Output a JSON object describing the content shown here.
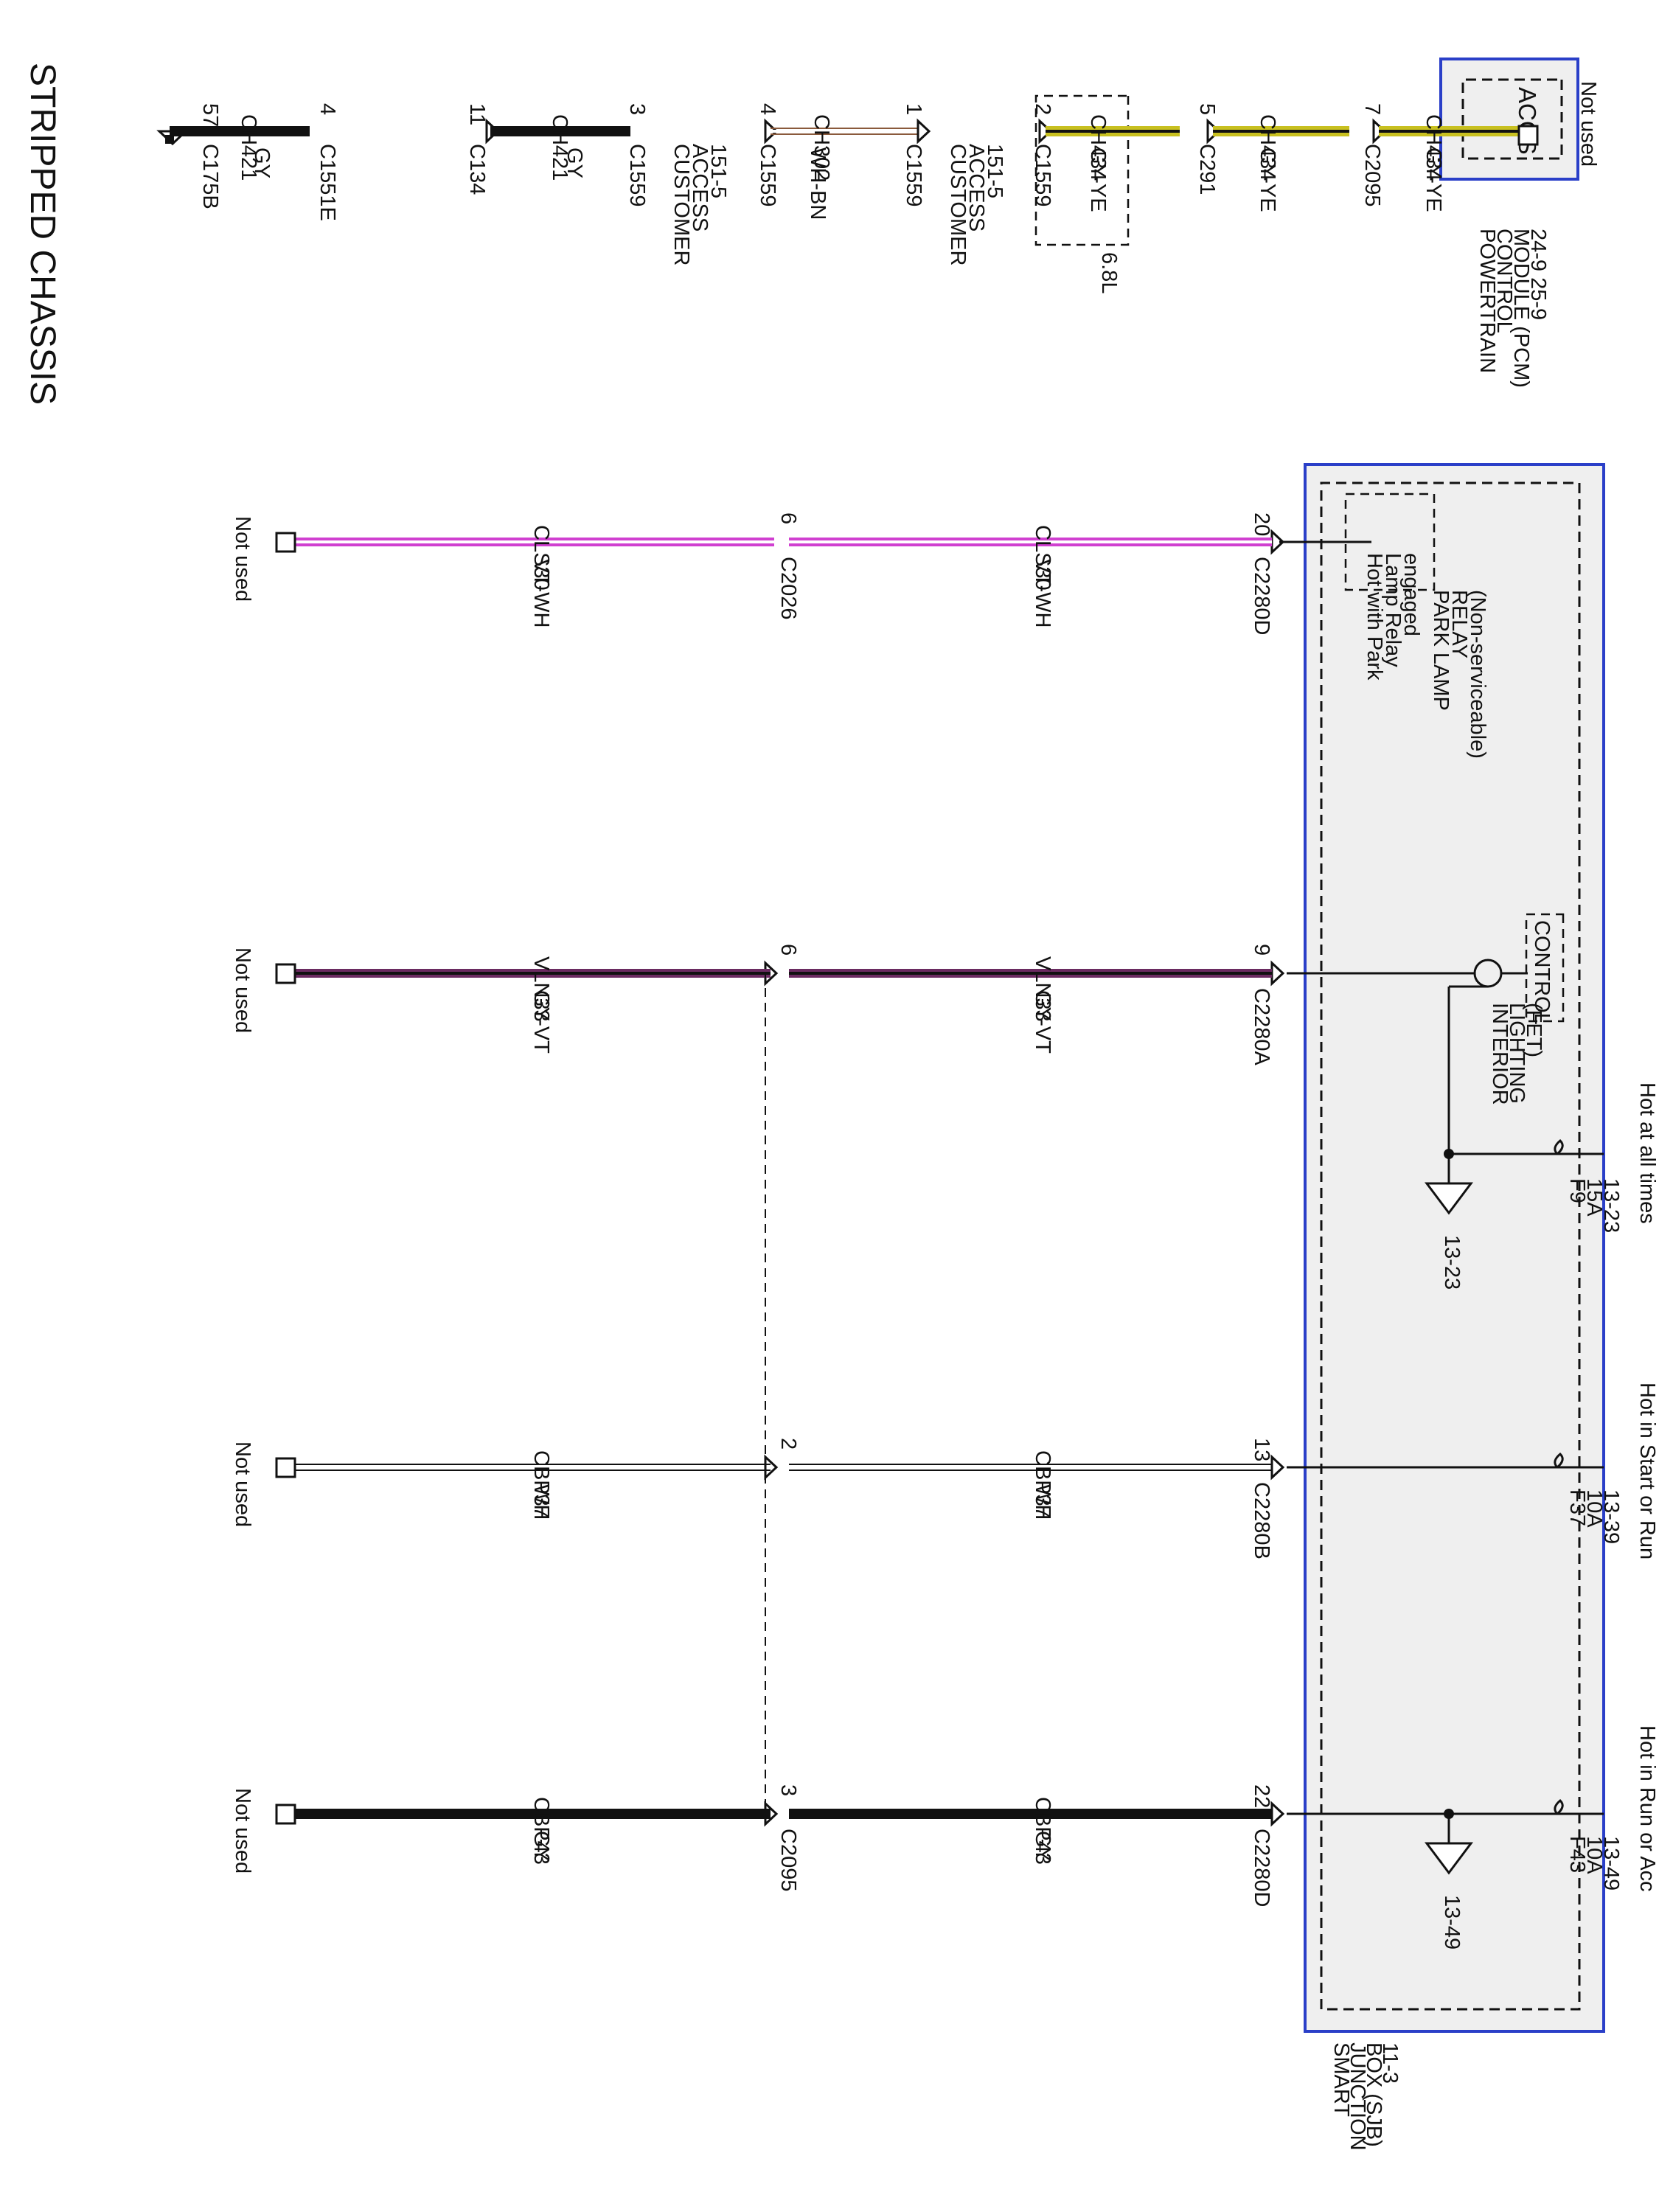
{
  "title": "STRIPPED CHASSIS",
  "pcm": {
    "name_lines": [
      "POWERTRAIN",
      "CONTROL",
      "MODULE (PCM)",
      "24-9  25-9"
    ],
    "pin_label": "ACCS",
    "variant": "6.8L",
    "circuits": [
      {
        "circuit": "CH421",
        "color": "GY",
        "from_pin": "57",
        "from_connector": "C175B",
        "to_pin": "4",
        "to_connector": "C1551E"
      },
      {
        "circuit": "CH421",
        "color": "GY",
        "from_pin": "11",
        "from_connector": "C134",
        "to_pin": "3",
        "to_connector": "C1559"
      },
      {
        "circuit": "CH302",
        "color": "WH-BN",
        "from_pin": "4",
        "from_connector": "C1559",
        "to_pin": "1",
        "to_connector": "C1559"
      },
      {
        "circuit": "CH434",
        "color": "GY-YE",
        "from_pin": "2",
        "from_connector": "C1559",
        "to_pin": "5",
        "to_connector": "C291"
      },
      {
        "circuit": "CH434",
        "color": "GY-YE",
        "from_pin": "5",
        "from_connector": "C291",
        "to_pin": "7",
        "to_connector": "C2095"
      },
      {
        "circuit": "CH434",
        "color": "GY-YE",
        "from_pin": "7",
        "from_connector": "C2095",
        "to_pin": "",
        "to_connector": ""
      }
    ],
    "customer_access": [
      "CUSTOMER",
      "ACCESS",
      "151-5"
    ],
    "not_used": "Not used"
  },
  "sjb": {
    "name_lines": [
      "SMART",
      "JUNCTION",
      "BOX (SJB)",
      "11-3"
    ],
    "park_relay_lines": [
      "PARK LAMP",
      "RELAY",
      "(Non-serviceable)"
    ],
    "park_relay_note_lines": [
      "Hot with Park",
      "Lamp Relay",
      "engaged"
    ],
    "control_label": "CONTROL",
    "fet_lines": [
      "INTERIOR",
      "LIGHTING",
      "(FET)"
    ],
    "feeds": [
      {
        "label": "Hot at all times",
        "fuse": "F9",
        "amps": "15A",
        "ref": "13-23",
        "ground_ref": "13-23"
      },
      {
        "label": "Hot in Start or Run",
        "fuse": "F37",
        "amps": "10A",
        "ref": "13-39"
      },
      {
        "label": "Hot in Run or Acc",
        "fuse": "F43",
        "amps": "10A",
        "ref": "13-49",
        "ground_ref": "13-49"
      }
    ],
    "outputs": [
      {
        "circuit": "CLS30",
        "color": "VT-WH",
        "sjb_pin": "20",
        "sjb_connector": "C2280D",
        "mid_pin": "6",
        "mid_connector": "C2026",
        "end": "Not used"
      },
      {
        "circuit": "VLN33",
        "color": "GY-VT",
        "sjb_pin": "9",
        "sjb_connector": "C2280A",
        "mid_pin": "6",
        "mid_connector": "",
        "end": "Not used"
      },
      {
        "circuit": "CBP37",
        "color": "WH",
        "sjb_pin": "13",
        "sjb_connector": "C2280B",
        "mid_pin": "2",
        "mid_connector": "",
        "end": "Not used"
      },
      {
        "circuit": "CBP43",
        "color": "GY",
        "sjb_pin": "22",
        "sjb_connector": "C2280D",
        "mid_pin": "3",
        "mid_connector": "C2095",
        "end": "Not used"
      }
    ]
  },
  "wire_colors": {
    "GY": "#111111",
    "GY-YE": "#c8c020",
    "WH-BN": "#8a5a3c",
    "VT-WH": "#d040d0",
    "GY-VT": "#6a2a60",
    "WH": "#ffffff",
    "module_border": "#2a3fc8",
    "module_fill": "#efefef"
  }
}
